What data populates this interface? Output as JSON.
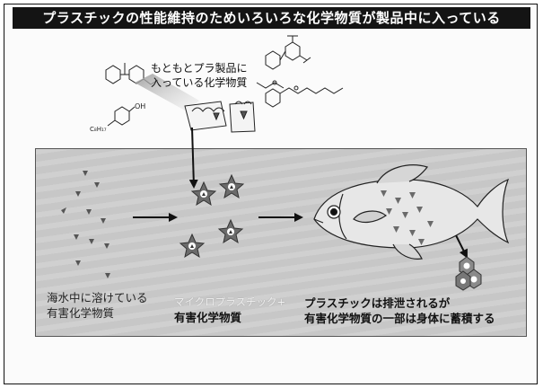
{
  "title": "プラスチックの性能維持のためいろいろな化学物質が製品中に入っている",
  "source_label": [
    "もともとプラ製品に",
    "入っている化学物質"
  ],
  "chem_labels": {
    "c8h17": "C₈H₁₇",
    "oh": "OH"
  },
  "dissolved_label": [
    "海水中に溶けている",
    "有害化学物質"
  ],
  "micro_label": [
    "マイクロプラスチック+",
    "有害化学物質"
  ],
  "fish_label": [
    "プラスチックは排泄されるが",
    "有害化学物質の一部は身体に蓄積する"
  ],
  "colors": {
    "title_bg": "#141414",
    "sea": "#cdcdcd",
    "particle": "#555555",
    "arrow": "#111111"
  }
}
